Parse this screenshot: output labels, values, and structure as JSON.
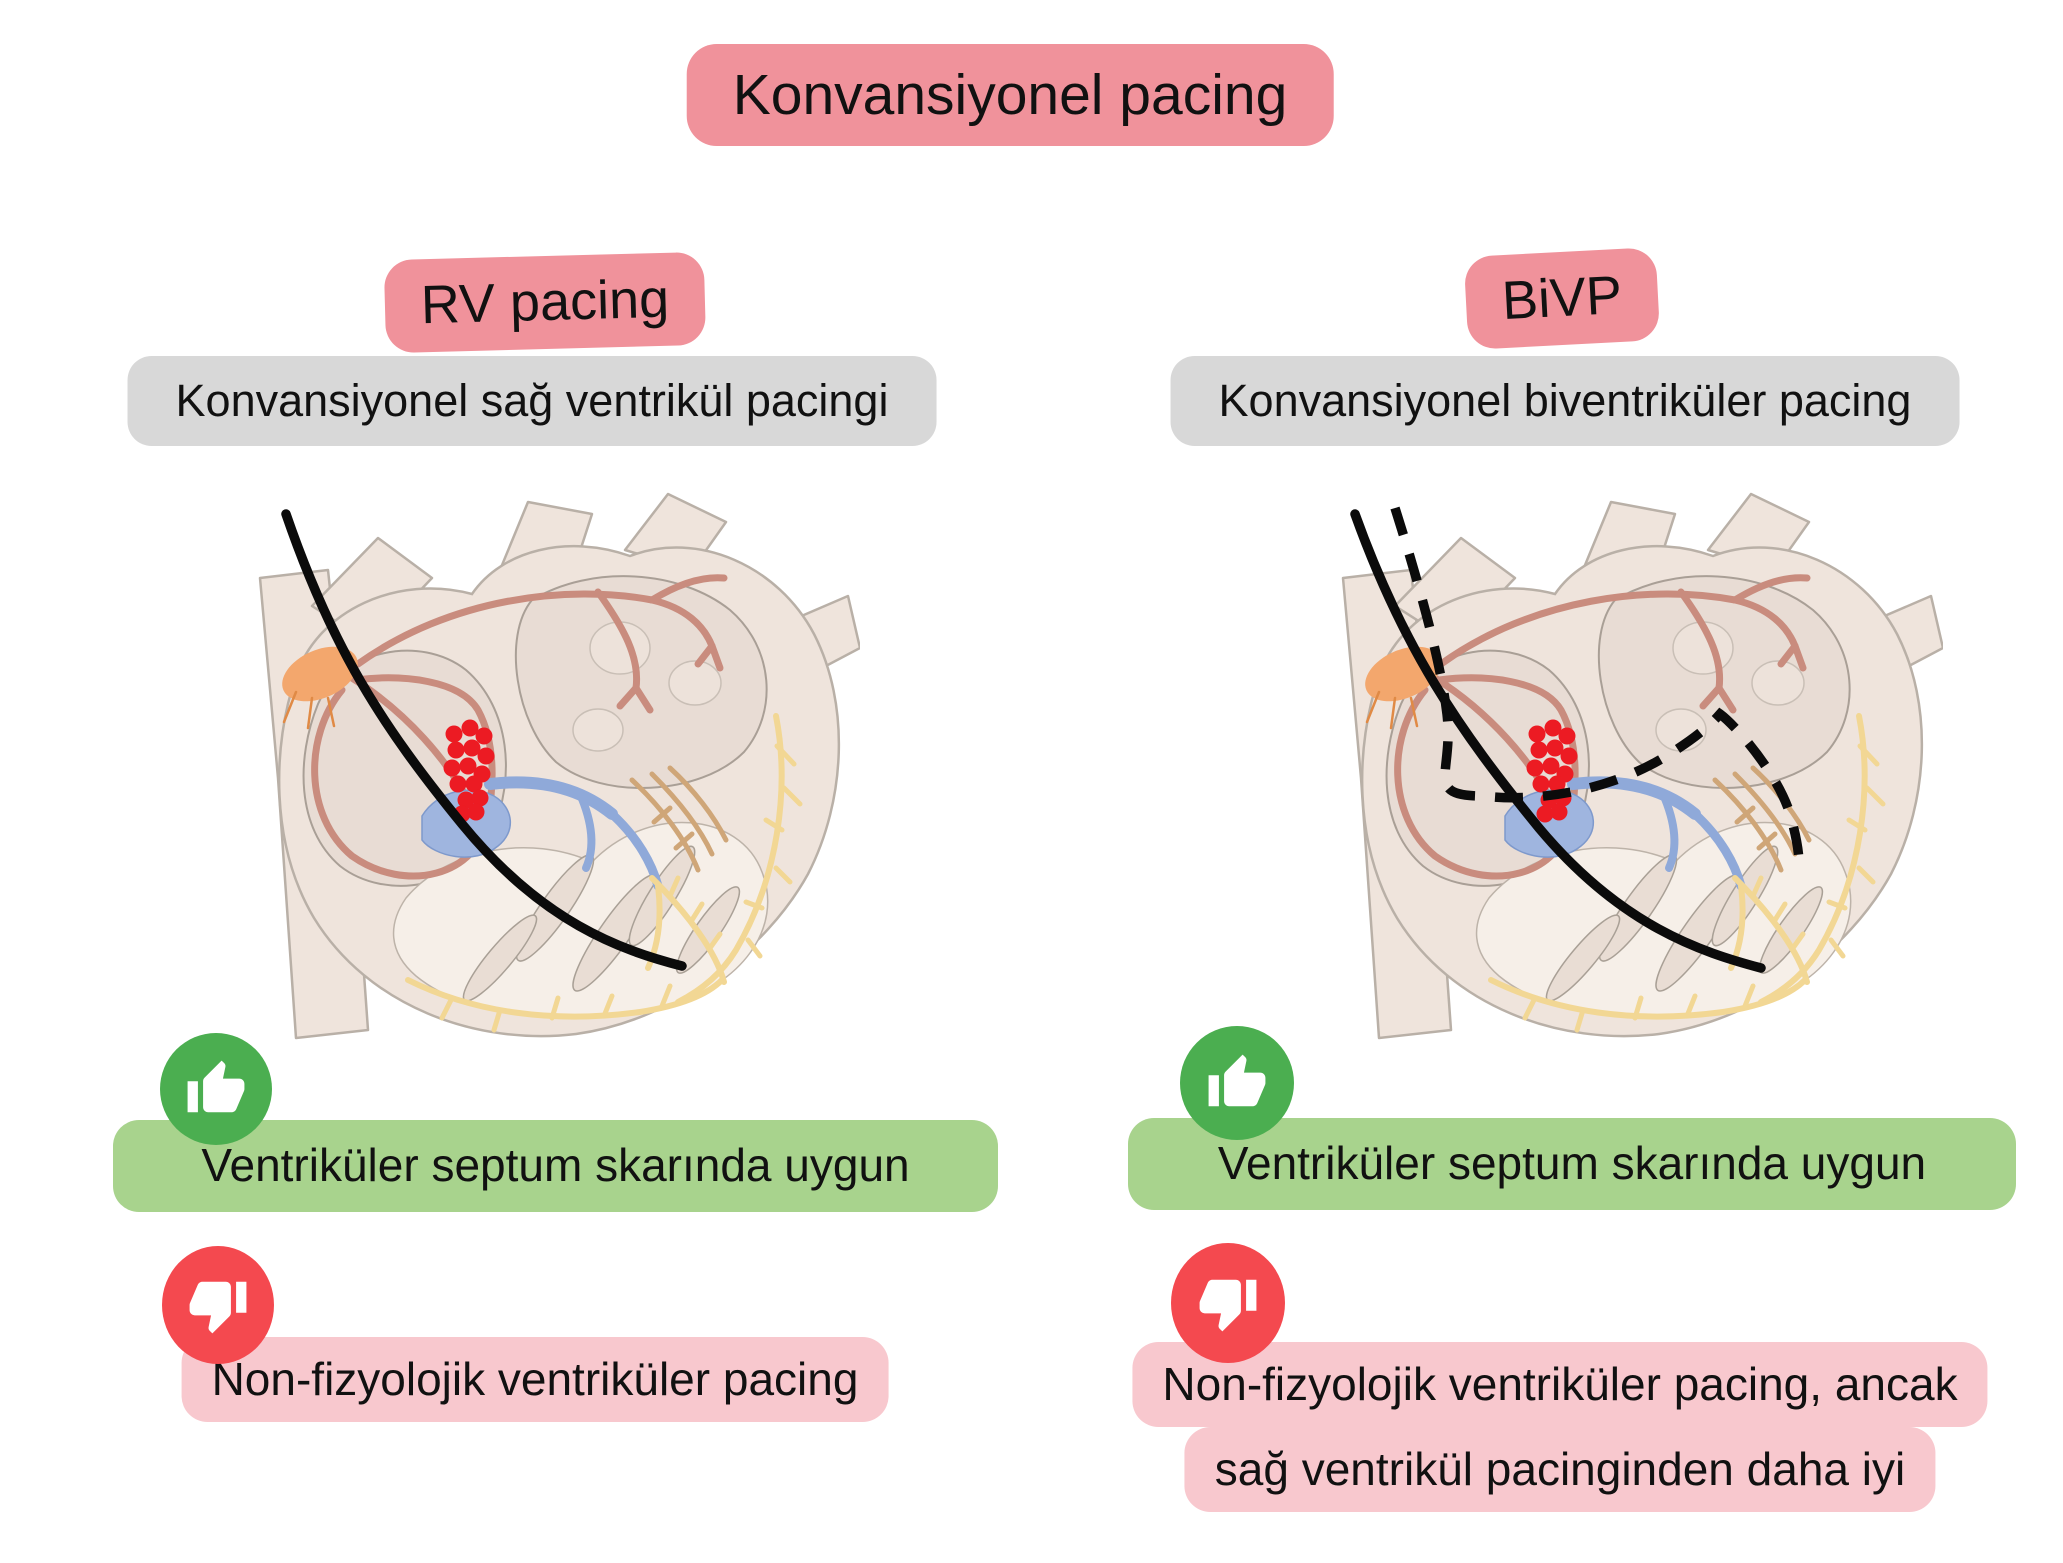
{
  "title": "Konvansiyonel pacing",
  "colors": {
    "badge_pink": "#F0929B",
    "badge_gray": "#D8D8D8",
    "badge_green": "#A8D38D",
    "badge_light_pink": "#F8C8CE",
    "icon_green": "#4BAE50",
    "icon_red": "#F4494F",
    "text_black": "#111111",
    "lead_black": "#0B0B0B",
    "scar_red": "#EC1B23",
    "sa_node_orange": "#F3A76D",
    "his_bundle_blue": "#8FA9D9",
    "purkinje_yellow": "#F2D794",
    "heart_body": "#EFE4DC"
  },
  "icons": {
    "pro": "thumbs-up-icon",
    "con": "thumbs-down-icon"
  },
  "columns": [
    {
      "id": "rv-pacing",
      "heading": "RV pacing",
      "subheading": "Konvansiyonel sağ ventrikül pacingi",
      "pro": "Ventriküler septum skarında uygun",
      "con_lines": [
        "Non-fizyolojik ventriküler pacing"
      ],
      "illustration": "heart-with-solid-rv-lead"
    },
    {
      "id": "bivp",
      "heading": "BiVP",
      "subheading": "Konvansiyonel biventriküler pacing",
      "pro": "Ventriküler septum skarında uygun",
      "con_lines": [
        "Non-fizyolojik ventriküler pacing, ancak",
        "sağ ventrikül pacinginden daha iyi"
      ],
      "illustration": "heart-with-solid-rv-lead-and-dashed-lv-lead"
    }
  ]
}
